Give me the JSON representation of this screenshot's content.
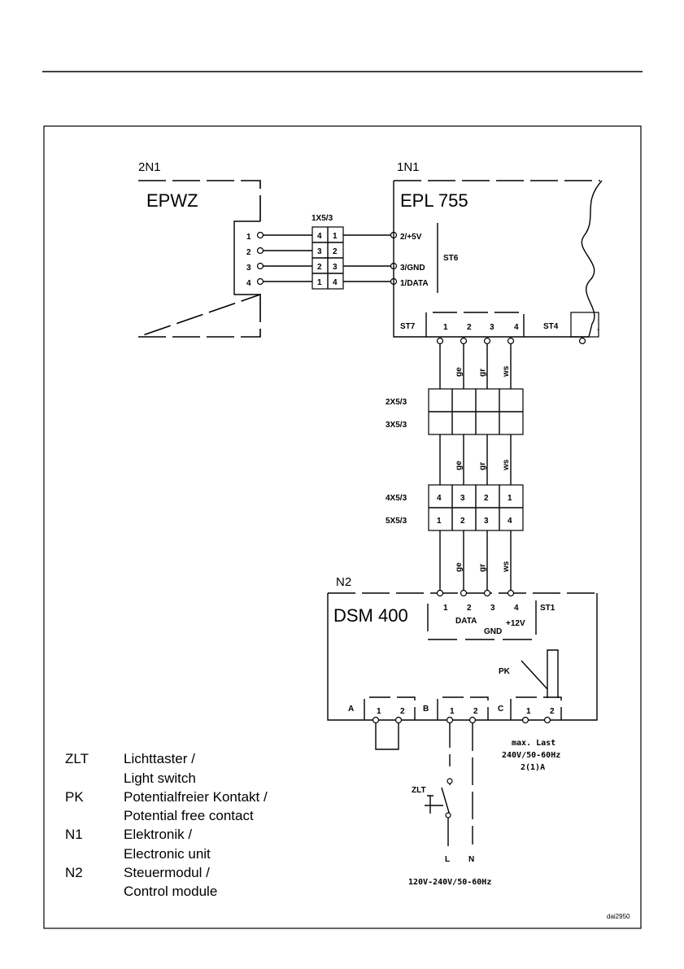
{
  "epwz": {
    "ref": "2N1",
    "name": "EPWZ",
    "pins": [
      "1",
      "2",
      "3",
      "4"
    ]
  },
  "x1": {
    "ref": "1X5/3",
    "rows": [
      [
        "4",
        "1"
      ],
      [
        "3",
        "2"
      ],
      [
        "2",
        "3"
      ],
      [
        "1",
        "4"
      ]
    ]
  },
  "epl": {
    "ref": "1N1",
    "name": "EPL 755",
    "st6": {
      "label": "ST6",
      "pins": [
        "2/+5V",
        "3/GND",
        "1/DATA"
      ]
    },
    "st7": {
      "label": "ST7",
      "pins": [
        "1",
        "2",
        "3",
        "4"
      ]
    },
    "st4": {
      "label": "ST4",
      "pin": "."
    }
  },
  "wires": [
    "ge",
    "gr",
    "ws"
  ],
  "conn2": {
    "top": "2X5/3",
    "bottom": "3X5/3"
  },
  "conn4": {
    "top": "4X5/3",
    "bottom": "5X5/3",
    "top_pins": [
      "4",
      "3",
      "2",
      "1"
    ],
    "bottom_pins": [
      "1",
      "2",
      "3",
      "4"
    ]
  },
  "dsm": {
    "ref": "N2",
    "name": "DSM 400",
    "st1": {
      "label": "ST1",
      "pins": [
        "1",
        "2",
        "3",
        "4"
      ],
      "data": "DATA",
      "gnd": "GND",
      "v12": "+12V"
    },
    "terminals": {
      "a": "A",
      "b": "B",
      "c": "C",
      "pins": [
        "1",
        "2"
      ]
    },
    "pk": "PK",
    "max_load": [
      "max. Last",
      "240V/50-60Hz",
      "2(1)A"
    ]
  },
  "zlt": {
    "label": "ZLT",
    "l": "L",
    "n": "N",
    "supply": "120V-240V/50-60Hz"
  },
  "legend": [
    {
      "code": "ZLT",
      "lines": [
        "Lichttaster /",
        "Light switch"
      ]
    },
    {
      "code": "PK",
      "lines": [
        "Potentialfreier Kontakt /",
        "Potential free contact"
      ]
    },
    {
      "code": "N1",
      "lines": [
        "Elektronik /",
        "Electronic unit"
      ]
    },
    {
      "code": "N2",
      "lines": [
        "Steuermodul /",
        "Control module"
      ]
    }
  ],
  "drawing_id": "dai2950"
}
